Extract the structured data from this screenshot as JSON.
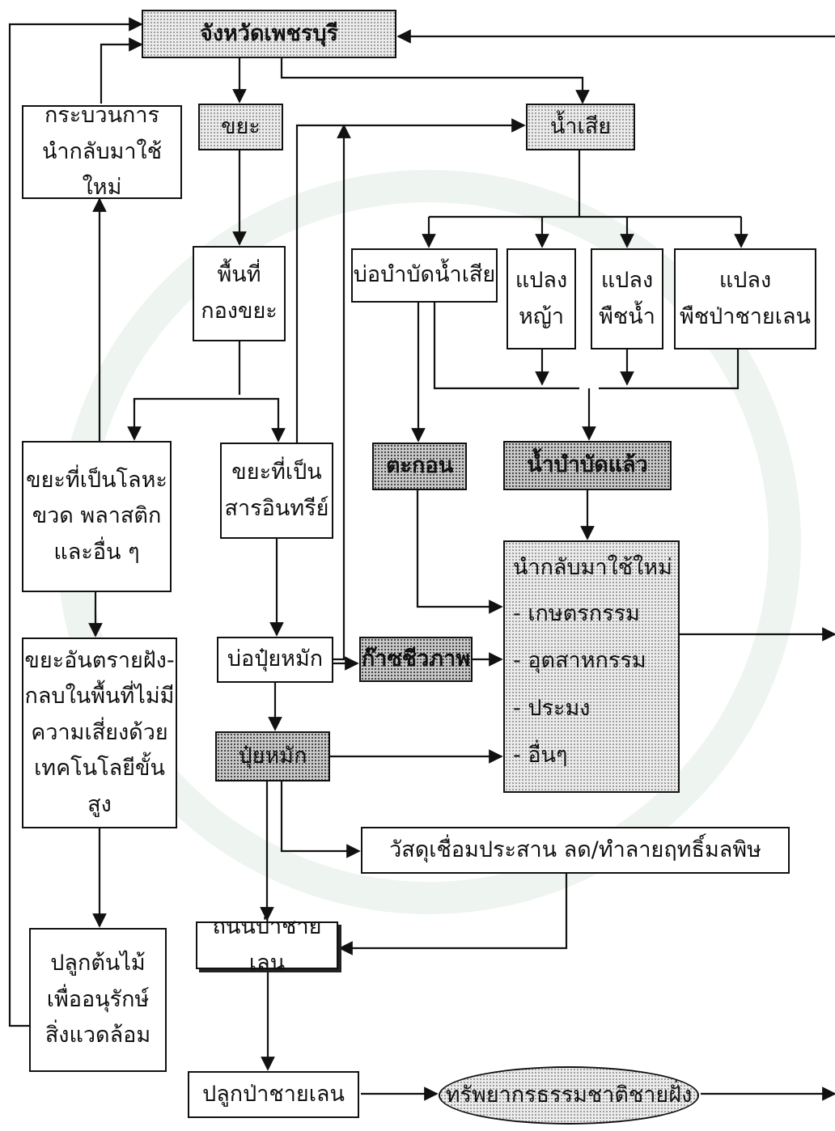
{
  "boxes": {
    "province": "จังหวัดเพชรบุรี",
    "garbage": "ขยะ",
    "wastewater": "น้ำเสีย",
    "recycle_process": [
      "กระบวนการ",
      "นำกลับมาใช้ใหม่"
    ],
    "dump_site": [
      "พื้นที่",
      "กองขยะ"
    ],
    "treatment_pond": "บ่อบำบัดน้ำเสีย",
    "grass_plot": [
      "แปลง",
      "หญ้า"
    ],
    "water_plant_plot": [
      "แปลง",
      "พืชน้ำ"
    ],
    "mangrove_plant_plot": [
      "แปลง",
      "พืชป่าชายเลน"
    ],
    "metal_waste": [
      "ขยะที่เป็นโลหะ",
      "ขวด พลาสติก",
      "และอื่น ๆ"
    ],
    "organic_waste": [
      "ขยะที่เป็น",
      "สารอินทรีย์"
    ],
    "sediment": "ตะกอน",
    "treated_water": "น้ำบำบัดแล้ว",
    "reuse": {
      "title": "นำกลับมาใช้ใหม่",
      "items": [
        "- เกษตรกรรม",
        "- อุตสาหกรรม",
        "- ประมง",
        "- อื่นๆ"
      ]
    },
    "hazardous_waste": [
      "ขยะอันตรายฝัง-",
      "กลบในพื้นที่ไม่มี",
      "ความเสี่ยงด้วย",
      "เทคโนโลยีขั้นสูง"
    ],
    "compost_pit": "บ่อปุ๋ยหมัก",
    "biogas": "ก๊าซชีวภาพ",
    "compost": "ปุ๋ยหมัก",
    "binder": "วัสดุเชื่อมประสาน ลด/ทำลายฤทธิ์มลพิษ",
    "plant_trees": [
      "ปลูกต้นไม้",
      "เพื่ออนุรักษ์",
      "สิ่งแวดล้อม"
    ],
    "mangrove_road": "ถนนป่าชายเลน",
    "plant_mangrove": "ปลูกป่าชายเลน",
    "coastal_resources": "ทรัพยากรธรรมชาติชายฝั่ง"
  }
}
